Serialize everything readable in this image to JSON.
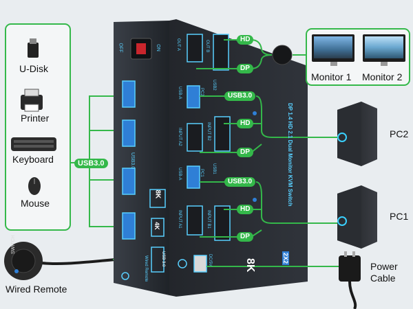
{
  "peripherals": {
    "udisk": "U-Disk",
    "printer": "Printer",
    "keyboard": "Keyboard",
    "mouse": "Mouse",
    "wired_remote": "Wired Remote"
  },
  "monitors": {
    "monitor1": "Monitor 1",
    "monitor2": "Monitor 2"
  },
  "computers": {
    "pc2": "PC2",
    "pc1": "PC1"
  },
  "power": {
    "line1": "Power",
    "line2": "Cable"
  },
  "connector_tags": {
    "usb": "USB3.0",
    "hd": "HD",
    "dp": "DP"
  },
  "device_front": {
    "off": "OFF",
    "on": "ON",
    "usb_label": "USB3.0",
    "badge_8k": "8K",
    "badge_4k": "4K",
    "badge_usb": "USB 3.0",
    "remote_port": "Wired Remote"
  },
  "device_side": {
    "out_a": "OUT A",
    "out_b": "OUT B",
    "usb_b2": "USB2",
    "usb_b1": "USB1",
    "usb_a": "USB-A",
    "input_a2": "INPUT A2",
    "input_b2": "INPUT B2",
    "input_a1": "INPUT A1",
    "input_b1": "INPUT B1",
    "dc": "DC/5V",
    "pc2_tag": "PC2",
    "pc1_tag": "PC1",
    "model": "DP 1.4 HD 2.1 Dual Monitor KVM Switch",
    "kvm_badge": "2X2",
    "badge_8k": "8K"
  },
  "remote_text": "SWITCH",
  "colors": {
    "accent": "#34b84a",
    "device_body": "#2b2f36",
    "port_blue": "#2f7fd6",
    "glow": "#59d0ff"
  }
}
